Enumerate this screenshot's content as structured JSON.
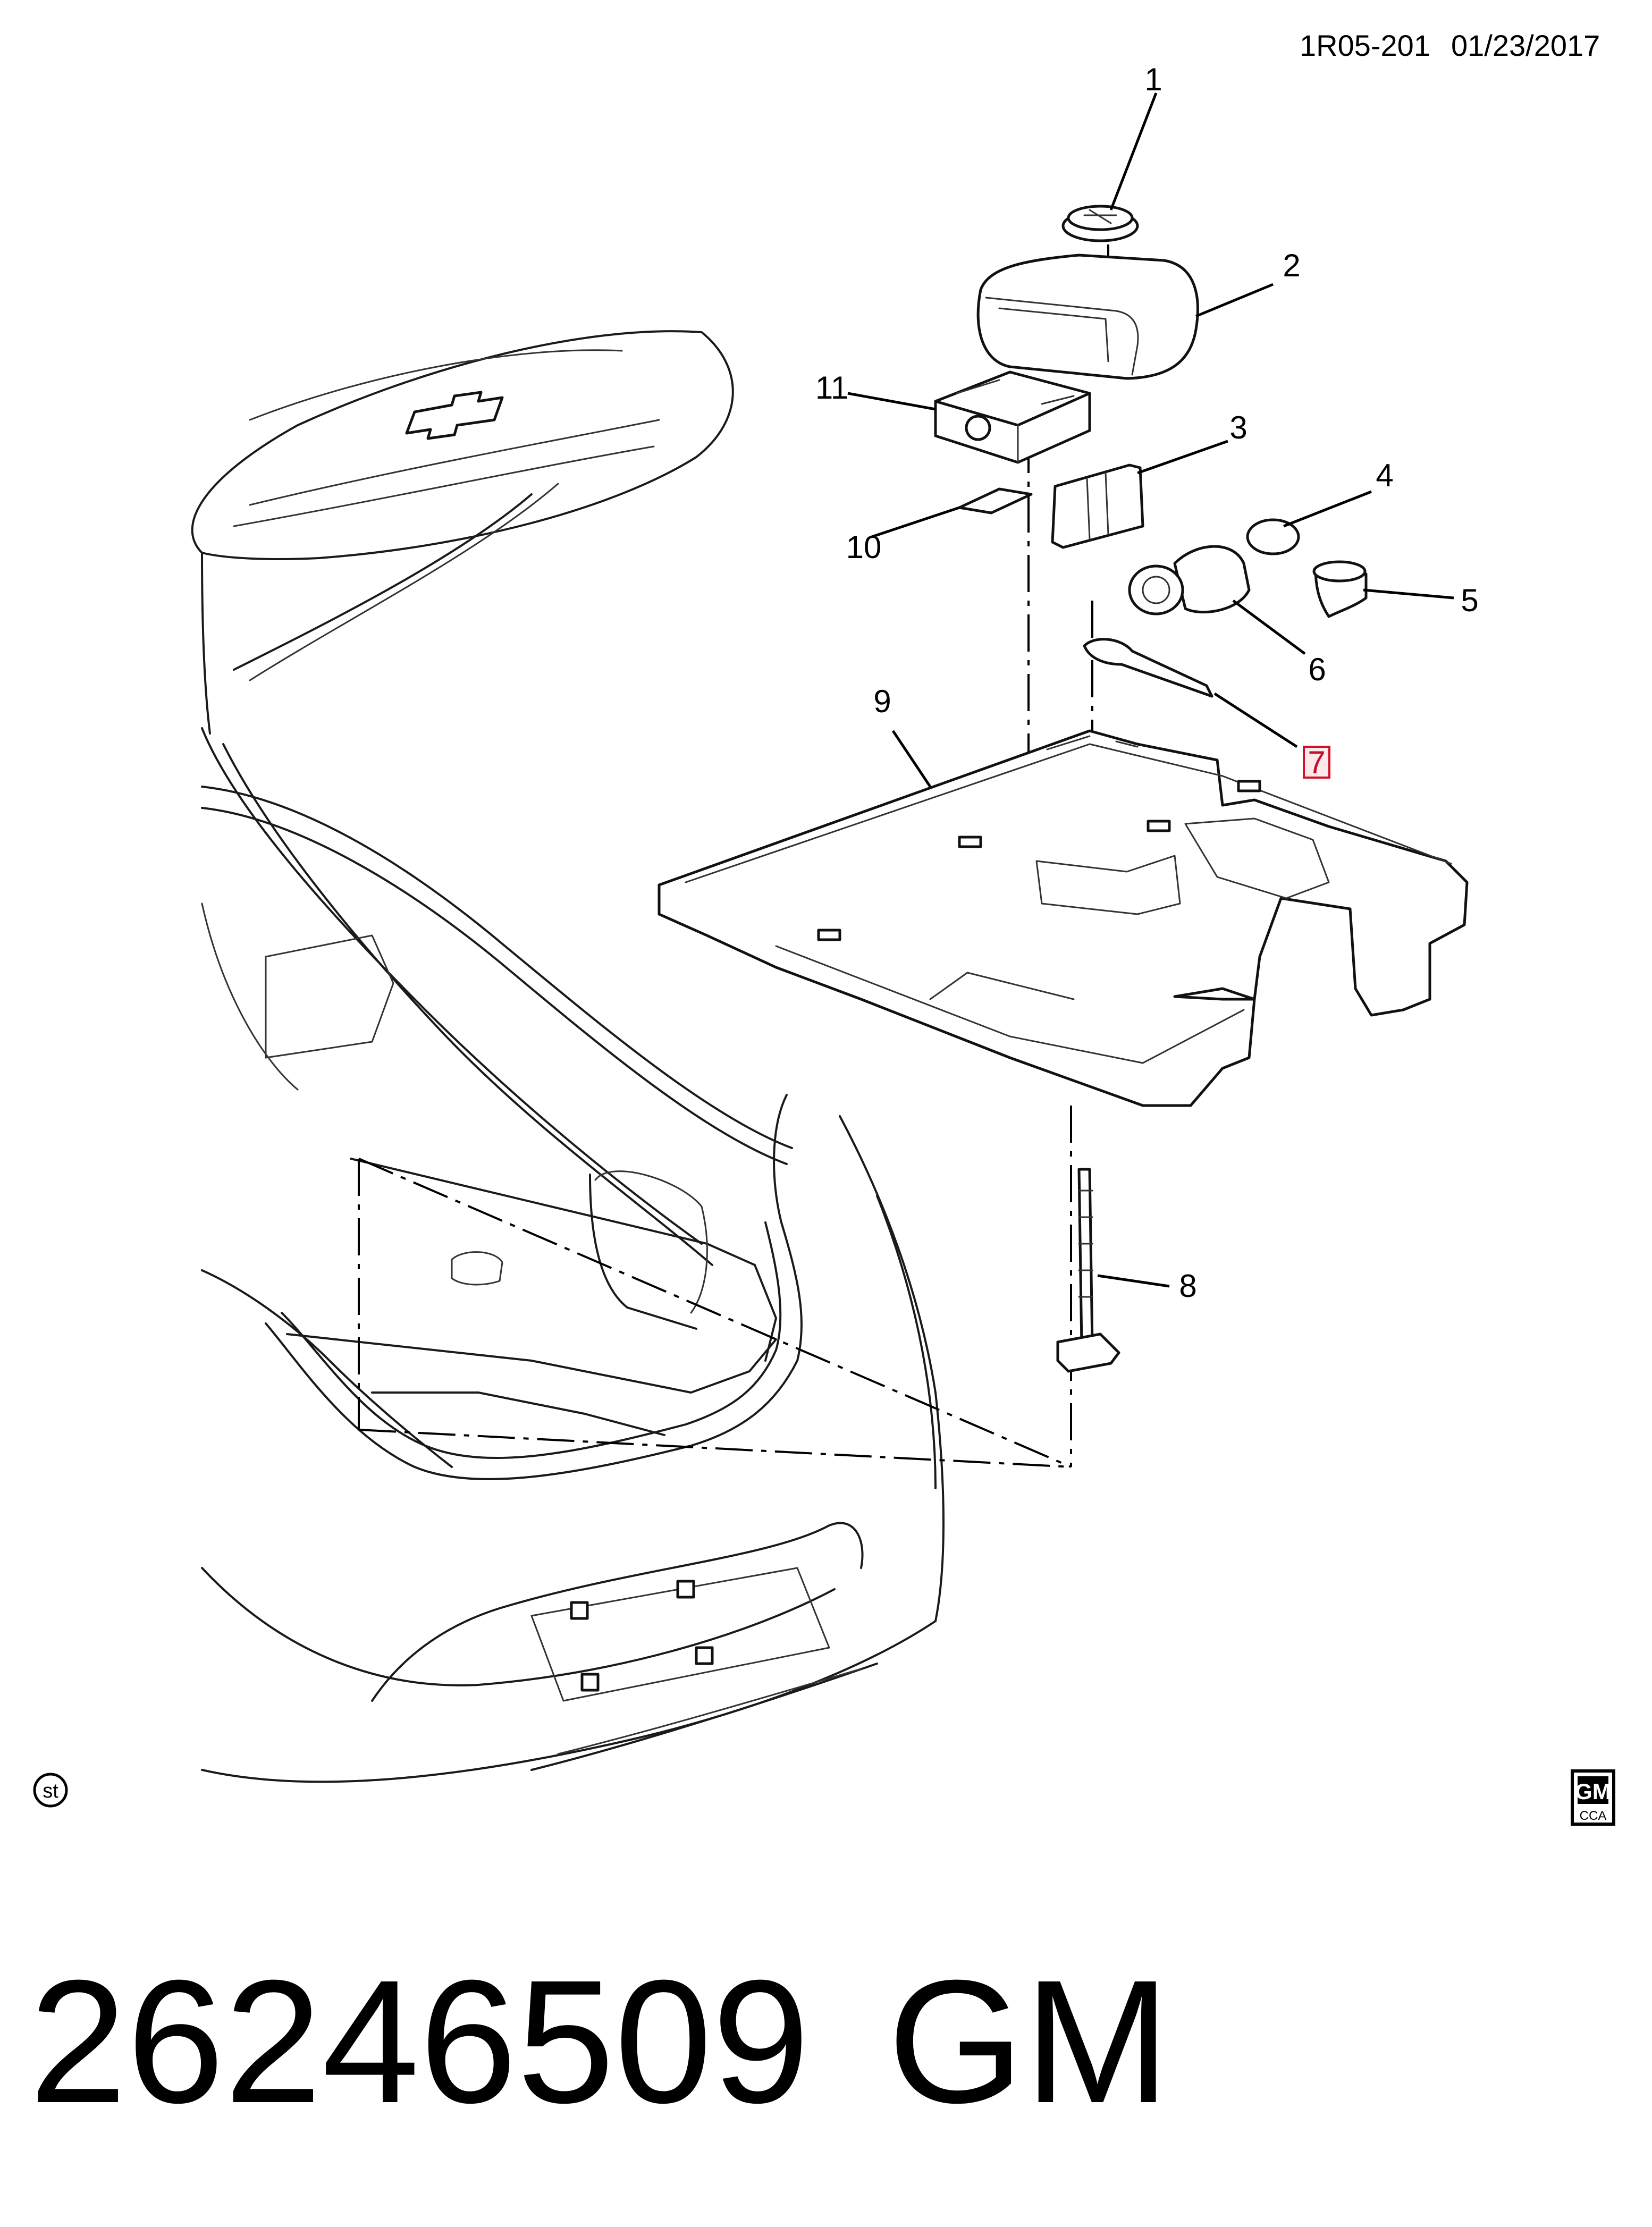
{
  "header": {
    "drawing_id": "1R05-201",
    "date": "01/23/2017"
  },
  "callouts": [
    {
      "number": "1",
      "highlighted": false
    },
    {
      "number": "2",
      "highlighted": false
    },
    {
      "number": "3",
      "highlighted": false
    },
    {
      "number": "4",
      "highlighted": false
    },
    {
      "number": "5",
      "highlighted": false
    },
    {
      "number": "6",
      "highlighted": false
    },
    {
      "number": "7",
      "highlighted": true
    },
    {
      "number": "8",
      "highlighted": false
    },
    {
      "number": "9",
      "highlighted": false
    },
    {
      "number": "10",
      "highlighted": false
    },
    {
      "number": "11",
      "highlighted": false
    }
  ],
  "st_badge": "st",
  "gm_logo": {
    "top": "GM",
    "bottom": "CCA"
  },
  "footer": {
    "part_number": "26246509",
    "brand": "GM"
  },
  "colors": {
    "ink": "#000000",
    "highlight_border": "#d0102b",
    "highlight_fill": "#fde8ea",
    "background": "#ffffff"
  }
}
